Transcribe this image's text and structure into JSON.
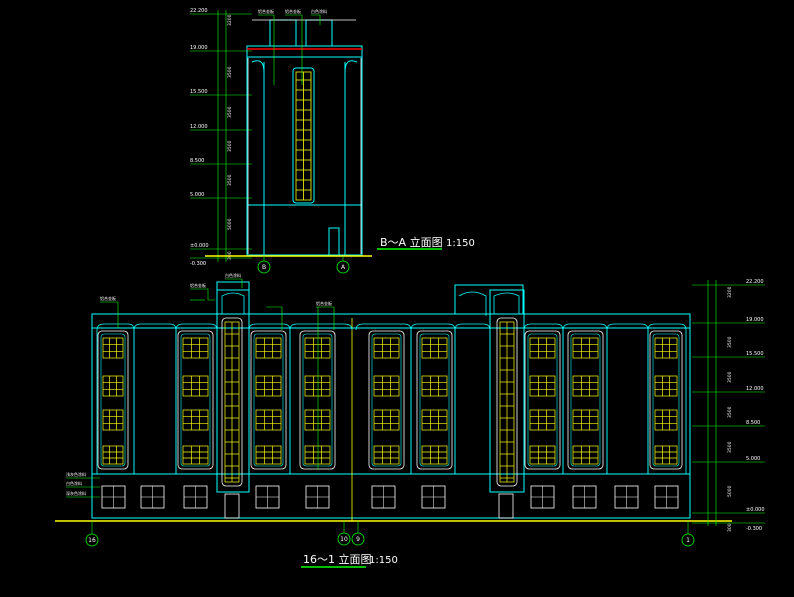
{
  "drawings": {
    "top": {
      "title": "B～A 立面图",
      "scale": "1:150",
      "grid_left": "B",
      "grid_right": "A",
      "levels": [
        "22.200",
        "19.000",
        "15.500",
        "12.000",
        "8.500",
        "5.000",
        "±0.000",
        "-0.300"
      ],
      "dims": [
        "3200",
        "3500",
        "3500",
        "3500",
        "3500",
        "5000",
        "300"
      ],
      "annotations": [
        "铝合金板",
        "铝合金板",
        "白色涂料"
      ]
    },
    "bottom": {
      "title": "16～1 立面图",
      "scale": "1:150",
      "grid_left": "16",
      "grid_mid_a": "10",
      "grid_mid_b": "9",
      "grid_right": "1",
      "levels": [
        "22.200",
        "19.000",
        "15.500",
        "12.000",
        "8.500",
        "5.000",
        "±0.000",
        "-0.300"
      ],
      "dims": [
        "3200",
        "3500",
        "3500",
        "3500",
        "3500",
        "5000",
        "300"
      ],
      "top_annotations": [
        "铝合金板",
        "铝合金板",
        "白色涂料",
        "铝合金板"
      ],
      "left_annotations": [
        "浅灰色涂料",
        "白色涂料",
        "深灰色涂料"
      ]
    }
  },
  "colors": {
    "background": "#000000",
    "outline": "#00ffff",
    "windows": "#ffff00",
    "leader": "#00ff00",
    "ground": "#ffff00",
    "roof": "#ff0000",
    "structure": "#ffffff"
  }
}
